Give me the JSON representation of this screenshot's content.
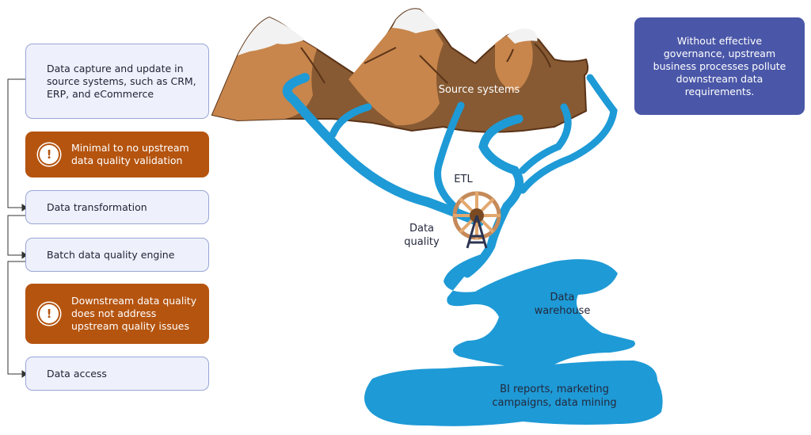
{
  "flow_steps": [
    {
      "type": "step",
      "text": "Data capture and update in source systems, such as CRM, ERP, and eCommerce"
    },
    {
      "type": "warning",
      "text": "Minimal to no upstream data quality validation",
      "icon": "exclamation-circle-icon"
    },
    {
      "type": "step",
      "text": "Data transformation"
    },
    {
      "type": "step",
      "text": "Batch data quality engine"
    },
    {
      "type": "warning",
      "text": "Downstream data quality does not address upstream quality issues",
      "icon": "exclamation-circle-icon"
    },
    {
      "type": "step",
      "text": "Data access"
    }
  ],
  "note": {
    "text": "Without effective governance, upstream business processes pollute downstream data requirements."
  },
  "labels": {
    "source_systems": "Source systems",
    "etl": "ETL",
    "data_quality": "Data quality",
    "data_warehouse": "Data warehouse",
    "bi_reports": "BI reports, marketing campaigns, data mining"
  },
  "colors": {
    "step_bg": "#eef1fb",
    "warning_bg": "#b5540f",
    "note_bg": "#4a57a8",
    "water": "#1e9ad6",
    "mountain_light": "#c8864c",
    "mountain_dark": "#875a33",
    "snow": "#f2f2f2"
  }
}
